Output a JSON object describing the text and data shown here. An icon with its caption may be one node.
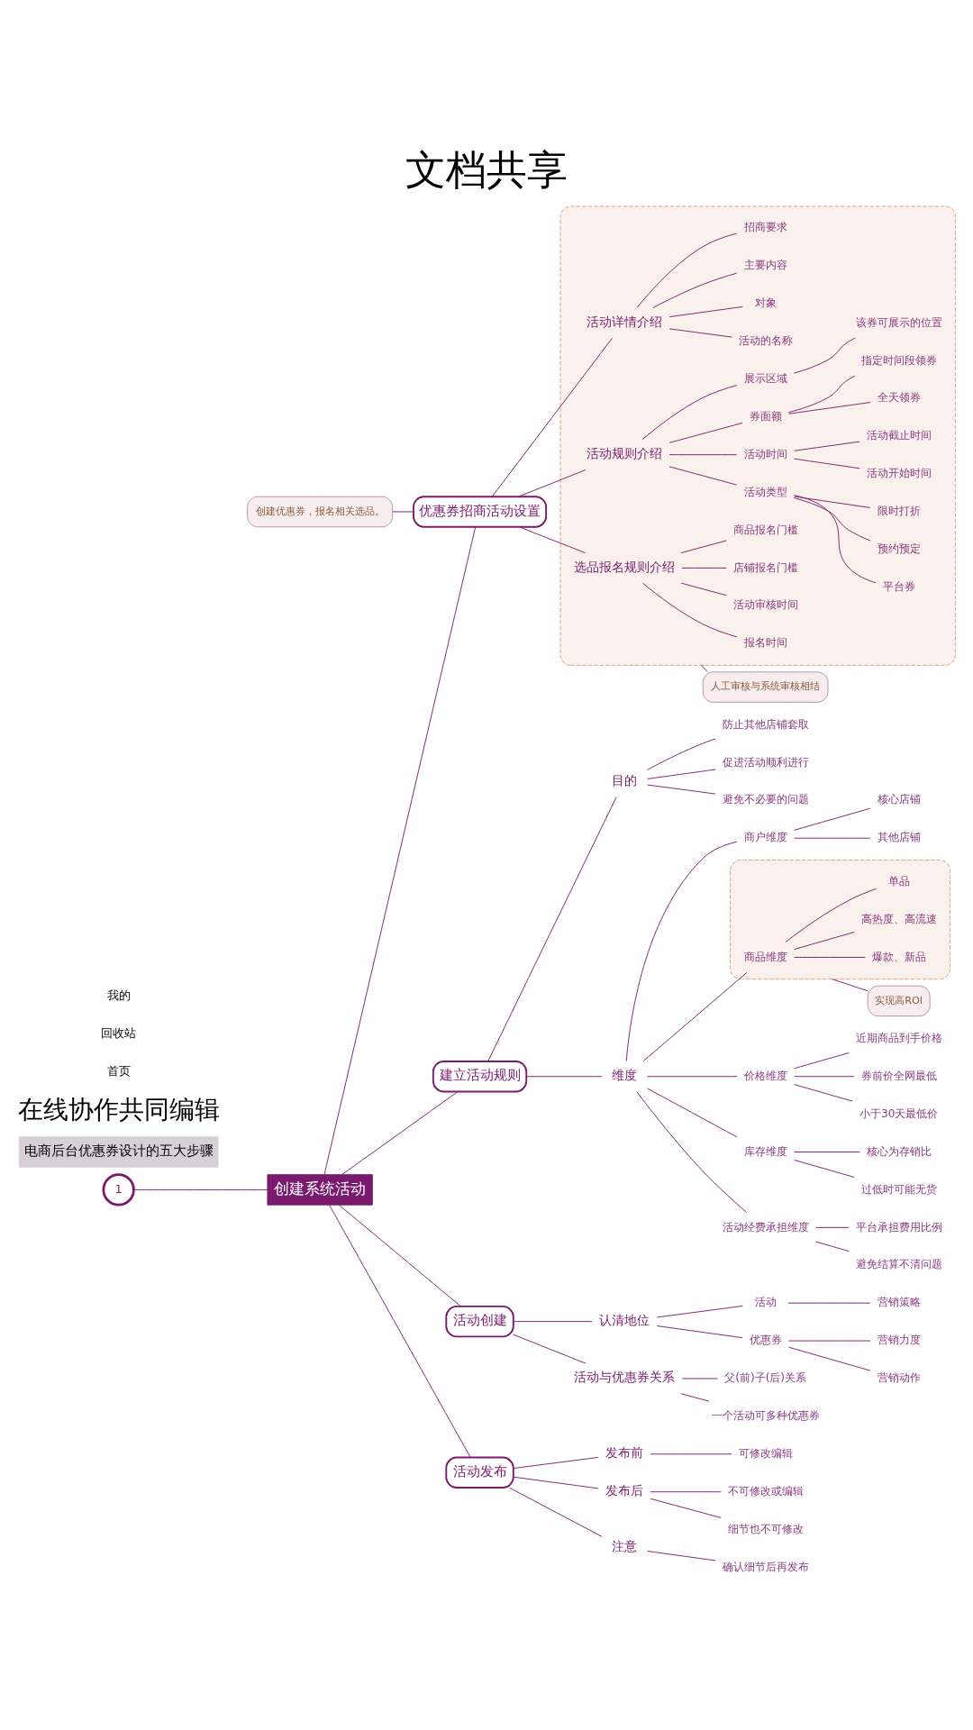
{
  "diagram": {
    "title": "文档共享",
    "nodes": [
      {
        "text": [
          "1"
        ]
      },
      {
        "text": [
          "电商后台优惠券设计的五大步骤"
        ]
      },
      {
        "text": [
          "创建系统活动"
        ]
      },
      {
        "text": [
          "建立活动规则"
        ]
      },
      {
        "text": [
          "目的"
        ]
      },
      {
        "text": [
          "防止其他店铺套取"
        ]
      },
      {
        "text": [
          "促进活动顺利进行"
        ]
      },
      {
        "text": [
          "避免不必要的问题"
        ]
      },
      {
        "text": [
          "维度"
        ]
      },
      {
        "text": [
          "商户维度"
        ]
      },
      {
        "text": [
          "核心店铺"
        ]
      },
      {
        "text": [
          "其他店铺"
        ]
      },
      {
        "text": [],
        "shape": "box"
      },
      {
        "text": [
          "商品维度"
        ],
        "in": 12
      },
      {
        "text": [
          "爆款、新品"
        ],
        "in": 12
      },
      {
        "text": [
          "高热度、高流速"
        ],
        "in": 12
      },
      {
        "text": [
          "单品"
        ],
        "in": 12
      },
      {
        "text": [
          "实现高ROI"
        ]
      },
      {
        "text": [
          "价格维度"
        ]
      },
      {
        "text": [
          "近期商品到手价格"
        ]
      },
      {
        "text": [
          "券前价全网最低"
        ]
      },
      {
        "text": [
          "小于30天最低价"
        ]
      },
      {
        "text": [
          "库存维度"
        ]
      },
      {
        "text": [
          "核心为存销比"
        ]
      },
      {
        "text": [
          "过低时可能无货"
        ]
      },
      {
        "text": [
          "活动经费承担维度"
        ]
      },
      {
        "text": [
          "平台承担费用比例"
        ]
      },
      {
        "text": [
          "避免结算不清问题"
        ]
      },
      {
        "text": [
          "活动创建"
        ]
      },
      {
        "text": [
          "认清地位"
        ]
      },
      {
        "text": [
          "活动"
        ]
      },
      {
        "text": [
          "营销策略"
        ]
      },
      {
        "text": [
          "优惠券"
        ]
      },
      {
        "text": [
          "营销力度"
        ]
      },
      {
        "text": [
          "营销动作"
        ]
      },
      {
        "text": [
          "活动与优惠券关系"
        ]
      },
      {
        "text": [
          "父(前)子(后)关系"
        ]
      },
      {
        "text": [
          "一个活动可多种优惠券"
        ]
      },
      {
        "text": [
          "创建优惠券，报名相关选品。"
        ]
      },
      {
        "text": [
          "优惠券招商活动设置"
        ]
      },
      {
        "text": [],
        "shape": "box"
      },
      {
        "text": [
          "活动详情介绍"
        ],
        "in": 40
      },
      {
        "text": [
          "活动的名称"
        ],
        "in": 40
      },
      {
        "text": [
          "对象"
        ],
        "in": 40
      },
      {
        "text": [
          "主要内容"
        ],
        "in": 40
      },
      {
        "text": [
          "招商要求"
        ],
        "in": 40
      },
      {
        "text": [
          "活动规则介绍"
        ],
        "in": 40
      },
      {
        "text": [
          "活动类型"
        ],
        "in": 40
      },
      {
        "text": [
          "限时打折"
        ],
        "in": 40
      },
      {
        "text": [
          "平台券"
        ],
        "in": 40
      },
      {
        "text": [
          "预约预定"
        ],
        "in": 40
      },
      {
        "text": [
          "活动时间"
        ],
        "in": 40
      },
      {
        "text": [
          "活动开始时间"
        ],
        "in": 40
      },
      {
        "text": [
          "活动截止时间"
        ],
        "in": 40
      },
      {
        "text": [
          "券面额"
        ],
        "in": 40
      },
      {
        "text": [
          "全天领券"
        ],
        "in": 40
      },
      {
        "text": [
          "指定时间段领券"
        ],
        "in": 40
      },
      {
        "text": [
          "展示区域"
        ],
        "in": 40
      },
      {
        "text": [
          "该券可展示的位置"
        ],
        "in": 40
      },
      {
        "text": [
          "选品报名规则介绍"
        ],
        "in": 40
      },
      {
        "text": [
          "报名时间"
        ],
        "in": 40
      },
      {
        "text": [
          "活动审核时间"
        ],
        "in": 40
      },
      {
        "text": [
          "店铺报名门槛"
        ],
        "in": 40
      },
      {
        "text": [
          "商品报名门槛"
        ],
        "in": 40
      },
      {
        "text": [
          "人工审核与系统审核相结"
        ]
      },
      {
        "text": [
          "活动发布"
        ]
      },
      {
        "text": [
          "发布前"
        ]
      },
      {
        "text": [
          "可修改编辑"
        ]
      },
      {
        "text": [
          "发布后"
        ]
      },
      {
        "text": [
          "不可修改或编辑"
        ]
      },
      {
        "text": [
          "细节也不可修改"
        ]
      },
      {
        "text": [
          "注意"
        ]
      },
      {
        "text": [
          "确认细节后再发布"
        ]
      }
    ],
    "edges": [
      {
        "from": 0,
        "to": 2,
        "arrow": "none"
      },
      {
        "from": 2,
        "to": 3,
        "arrow": "none"
      },
      {
        "from": 3,
        "to": 4,
        "arrow": "none"
      },
      {
        "from": 4,
        "to": 5,
        "arrow": "none"
      },
      {
        "from": 4,
        "to": 6,
        "arrow": "none"
      },
      {
        "from": 4,
        "to": 7,
        "arrow": "none"
      },
      {
        "from": 3,
        "to": 8,
        "arrow": "none"
      },
      {
        "from": 8,
        "to": 9,
        "arrow": "none"
      },
      {
        "from": 9,
        "to": 10,
        "arrow": "none"
      },
      {
        "from": 9,
        "to": 11,
        "arrow": "none"
      },
      {
        "from": 8,
        "to": 13,
        "arrow": "none"
      },
      {
        "from": 13,
        "to": 14,
        "arrow": "none"
      },
      {
        "from": 13,
        "to": 15,
        "arrow": "none"
      },
      {
        "from": 13,
        "to": 16,
        "arrow": "none"
      },
      {
        "from": 12,
        "to": 17,
        "arrow": "none"
      },
      {
        "from": 8,
        "to": 18,
        "arrow": "none"
      },
      {
        "from": 18,
        "to": 19,
        "arrow": "none"
      },
      {
        "from": 18,
        "to": 20,
        "arrow": "none"
      },
      {
        "from": 18,
        "to": 21,
        "arrow": "none"
      },
      {
        "from": 8,
        "to": 22,
        "arrow": "none"
      },
      {
        "from": 22,
        "to": 23,
        "arrow": "none"
      },
      {
        "from": 22,
        "to": 24,
        "arrow": "none"
      },
      {
        "from": 8,
        "to": 25,
        "arrow": "none"
      },
      {
        "from": 25,
        "to": 26,
        "arrow": "none"
      },
      {
        "from": 25,
        "to": 27,
        "arrow": "none"
      },
      {
        "from": 2,
        "to": 28,
        "arrow": "none"
      },
      {
        "from": 28,
        "to": 29,
        "arrow": "none"
      },
      {
        "from": 29,
        "to": 30,
        "arrow": "none"
      },
      {
        "from": 30,
        "to": 31,
        "arrow": "none"
      },
      {
        "from": 29,
        "to": 32,
        "arrow": "none"
      },
      {
        "from": 32,
        "to": 33,
        "arrow": "none"
      },
      {
        "from": 32,
        "to": 34,
        "arrow": "none"
      },
      {
        "from": 28,
        "to": 35,
        "arrow": "none"
      },
      {
        "from": 35,
        "to": 36,
        "arrow": "none"
      },
      {
        "from": 35,
        "to": 37,
        "arrow": "none"
      },
      {
        "from": 38,
        "to": 39,
        "arrow": "none"
      },
      {
        "from": 2,
        "to": 39,
        "arrow": "none"
      },
      {
        "from": 39,
        "to": 41,
        "arrow": "none"
      },
      {
        "from": 41,
        "to": 42,
        "arrow": "none"
      },
      {
        "from": 41,
        "to": 43,
        "arrow": "none"
      },
      {
        "from": 41,
        "to": 44,
        "arrow": "none"
      },
      {
        "from": 41,
        "to": 45,
        "arrow": "none"
      },
      {
        "from": 39,
        "to": 46,
        "arrow": "none"
      },
      {
        "from": 46,
        "to": 47,
        "arrow": "none"
      },
      {
        "from": 47,
        "to": 48,
        "arrow": "none"
      },
      {
        "from": 47,
        "to": 49,
        "arrow": "none"
      },
      {
        "from": 47,
        "to": 50,
        "arrow": "none"
      },
      {
        "from": 46,
        "to": 51,
        "arrow": "none"
      },
      {
        "from": 51,
        "to": 52,
        "arrow": "none"
      },
      {
        "from": 51,
        "to": 53,
        "arrow": "none"
      },
      {
        "from": 46,
        "to": 54,
        "arrow": "none"
      },
      {
        "from": 54,
        "to": 55,
        "arrow": "none"
      },
      {
        "from": 54,
        "to": 56,
        "arrow": "none"
      },
      {
        "from": 46,
        "to": 57,
        "arrow": "none"
      },
      {
        "from": 57,
        "to": 58,
        "arrow": "none"
      },
      {
        "from": 39,
        "to": 59,
        "arrow": "none"
      },
      {
        "from": 59,
        "to": 60,
        "arrow": "none"
      },
      {
        "from": 59,
        "to": 61,
        "arrow": "none"
      },
      {
        "from": 59,
        "to": 62,
        "arrow": "none"
      },
      {
        "from": 59,
        "to": 63,
        "arrow": "none"
      },
      {
        "from": 40,
        "to": 64,
        "arrow": "none"
      },
      {
        "from": 2,
        "to": 65,
        "arrow": "none"
      },
      {
        "from": 65,
        "to": 66,
        "arrow": "none"
      },
      {
        "from": 66,
        "to": 67,
        "arrow": "none"
      },
      {
        "from": 65,
        "to": 68,
        "arrow": "none"
      },
      {
        "from": 68,
        "to": 69,
        "arrow": "none"
      },
      {
        "from": 68,
        "to": 70,
        "arrow": "none"
      },
      {
        "from": 65,
        "to": 71,
        "arrow": "none"
      },
      {
        "from": 71,
        "to": 72,
        "arrow": "none"
      }
    ],
    "labels": [
      "在线协作共同编辑",
      "首页",
      "回收站",
      "我的"
    ]
  }
}
